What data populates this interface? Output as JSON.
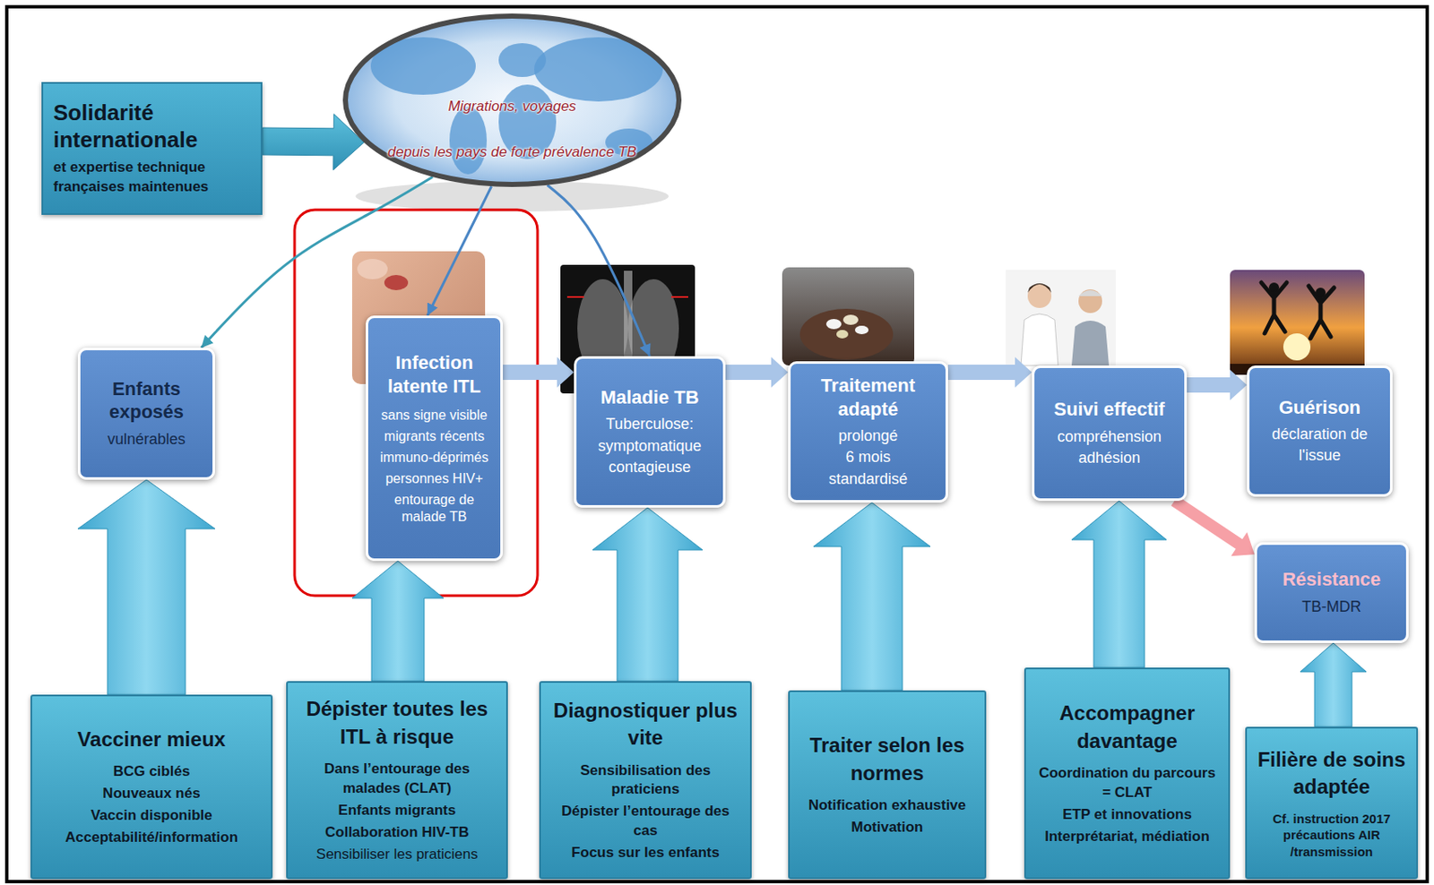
{
  "diagram": {
    "nodes": [
      {
        "text": [
          "Solidarité internationale",
          "et expertise technique françaises maintenues"
        ]
      },
      {
        "text": [
          "Migrations, voyages",
          "depuis les pays de forte prévalence TB"
        ]
      },
      {
        "text": [
          "Enfants exposés",
          "vulnérables"
        ]
      },
      {
        "text": [
          "Infection latente ITL",
          "sans signe visible",
          "migrants récents",
          "immuno-déprimés",
          "personnes HIV+",
          "entourage de malade TB"
        ]
      },
      {
        "text": [
          "Maladie TB",
          "Tuberculose: symptomatique contagieuse"
        ]
      },
      {
        "text": [
          "Traitement adapté",
          "prolongé",
          "6 mois",
          "standardisé"
        ]
      },
      {
        "text": [
          "Suivi effectif",
          "compréhension",
          "adhésion"
        ]
      },
      {
        "text": [
          "Guérison",
          "déclaration de l'issue"
        ]
      },
      {
        "text": [
          "Résistance",
          "TB-MDR"
        ]
      },
      {
        "text": [
          "Vacciner mieux",
          "BCG ciblés",
          "Nouveaux nés",
          "Vaccin disponible",
          "Acceptabilité/information"
        ]
      },
      {
        "text": [
          "Dépister toutes les ITL à risque",
          "Dans l’entourage des malades (CLAT)",
          "Enfants migrants",
          "Collaboration HIV-TB",
          "Sensibiliser les praticiens"
        ]
      },
      {
        "text": [
          "Diagnostiquer plus vite",
          "Sensibilisation des praticiens",
          "Dépister l’entourage des cas",
          "Focus sur les enfants"
        ]
      },
      {
        "text": [
          "Traiter selon les normes",
          "Notification exhaustive",
          "Motivation"
        ]
      },
      {
        "text": [
          "Accompagner davantage",
          "Coordination du parcours = CLAT",
          "ETP et innovations",
          "Interprétariat, médiation"
        ]
      },
      {
        "text": [
          "Filière de soins adaptée",
          "Cf. instruction 2017 précautions AIR /transmission"
        ]
      }
    ],
    "edges": [
      {
        "from": 0,
        "to": 1,
        "arrow": "to"
      },
      {
        "from": 1,
        "to": 2,
        "arrow": "to"
      },
      {
        "from": 1,
        "to": 3,
        "arrow": "to"
      },
      {
        "from": 1,
        "to": 4,
        "arrow": "to"
      },
      {
        "from": 3,
        "to": 4,
        "arrow": "to"
      },
      {
        "from": 4,
        "to": 5,
        "arrow": "to"
      },
      {
        "from": 5,
        "to": 6,
        "arrow": "to"
      },
      {
        "from": 6,
        "to": 7,
        "arrow": "to"
      },
      {
        "from": 6,
        "to": 8,
        "arrow": "to"
      },
      {
        "from": 9,
        "to": 2,
        "arrow": "to"
      },
      {
        "from": 10,
        "to": 3,
        "arrow": "to"
      },
      {
        "from": 11,
        "to": 4,
        "arrow": "to"
      },
      {
        "from": 12,
        "to": 5,
        "arrow": "to"
      },
      {
        "from": 13,
        "to": 6,
        "arrow": "to"
      },
      {
        "from": 14,
        "to": 8,
        "arrow": "to"
      }
    ]
  }
}
